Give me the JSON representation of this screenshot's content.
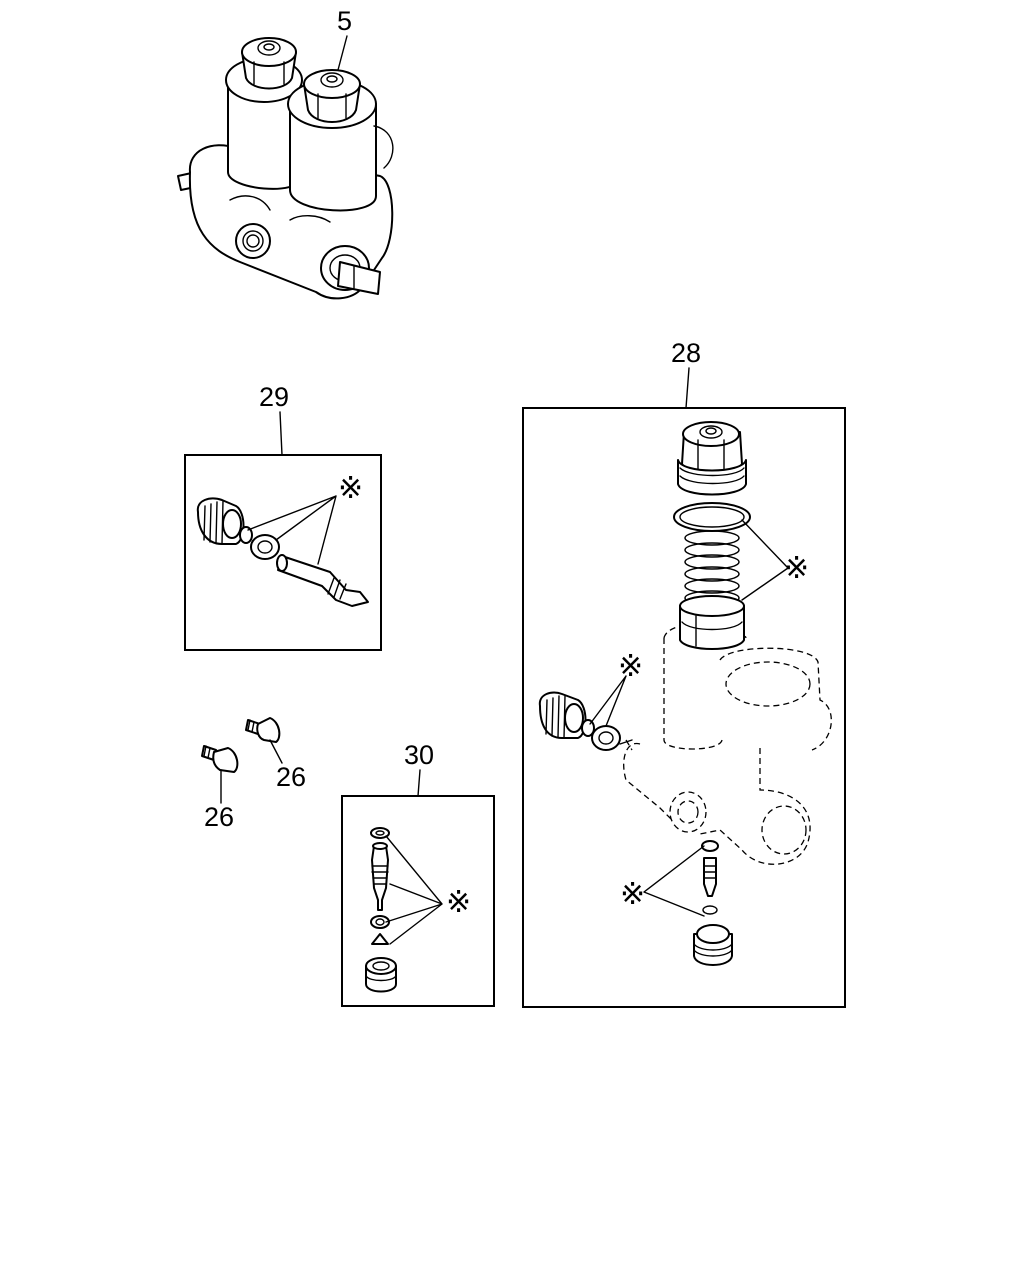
{
  "callouts": {
    "valve_assembly": "5",
    "kit_28": "28",
    "kit_29": "29",
    "kit_30": "30",
    "bolt_a": "26",
    "bolt_b": "26"
  },
  "kit_marker": "※"
}
